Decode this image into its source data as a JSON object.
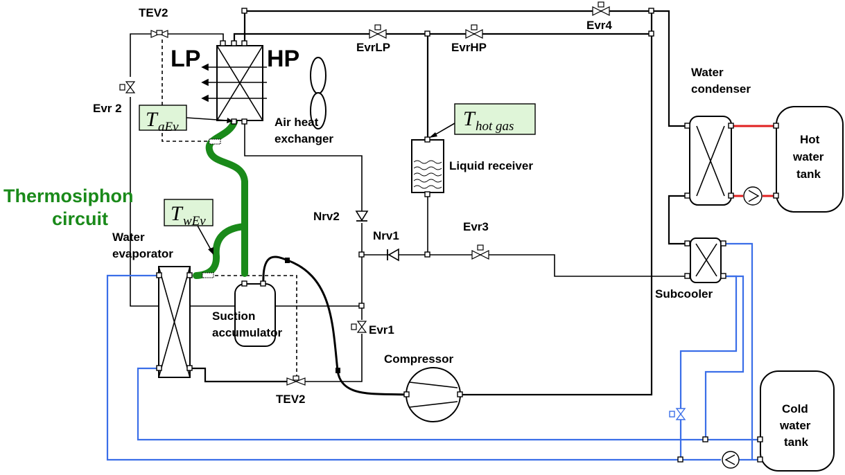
{
  "labels": {
    "tev2_top": "TEV2",
    "tev2_bottom": "TEV2",
    "lp": "LP",
    "hp": "HP",
    "evr_lp": "EvrLP",
    "evr_hp": "EvrHP",
    "evr4": "Evr4",
    "evr2": "Evr 2",
    "evr3": "Evr3",
    "evr1": "Evr1",
    "air_hx_line1": "Air heat",
    "air_hx_line2": "exchanger",
    "water_cond_line1": "Water",
    "water_cond_line2": "condenser",
    "hot_tank_line1": "Hot",
    "hot_tank_line2": "water",
    "hot_tank_line3": "tank",
    "liquid_receiver": "Liquid receiver",
    "thermo_line1": "Thermosiphon",
    "thermo_line2": "circuit",
    "nrv2": "Nrv2",
    "nrv1": "Nrv1",
    "water_evap_line1": "Water",
    "water_evap_line2": "evaporator",
    "suction_line1": "Suction",
    "suction_line2": "accumulator",
    "subcooler": "Subcooler",
    "compressor": "Compressor",
    "cold_tank_line1": "Cold",
    "cold_tank_line2": "water",
    "cold_tank_line3": "tank"
  },
  "sensors": {
    "t_aev": {
      "symbol": "T",
      "sub": "aEv"
    },
    "t_hotgas": {
      "symbol": "T",
      "sub": "hot gas"
    },
    "t_wev": {
      "symbol": "T",
      "sub": "wEv"
    }
  },
  "colors": {
    "thermosiphon": "#1a8a1a",
    "water_loop": "#3a6ee8",
    "hot_water_loop": "#e02020",
    "sensor_box": "#dff5d8"
  }
}
